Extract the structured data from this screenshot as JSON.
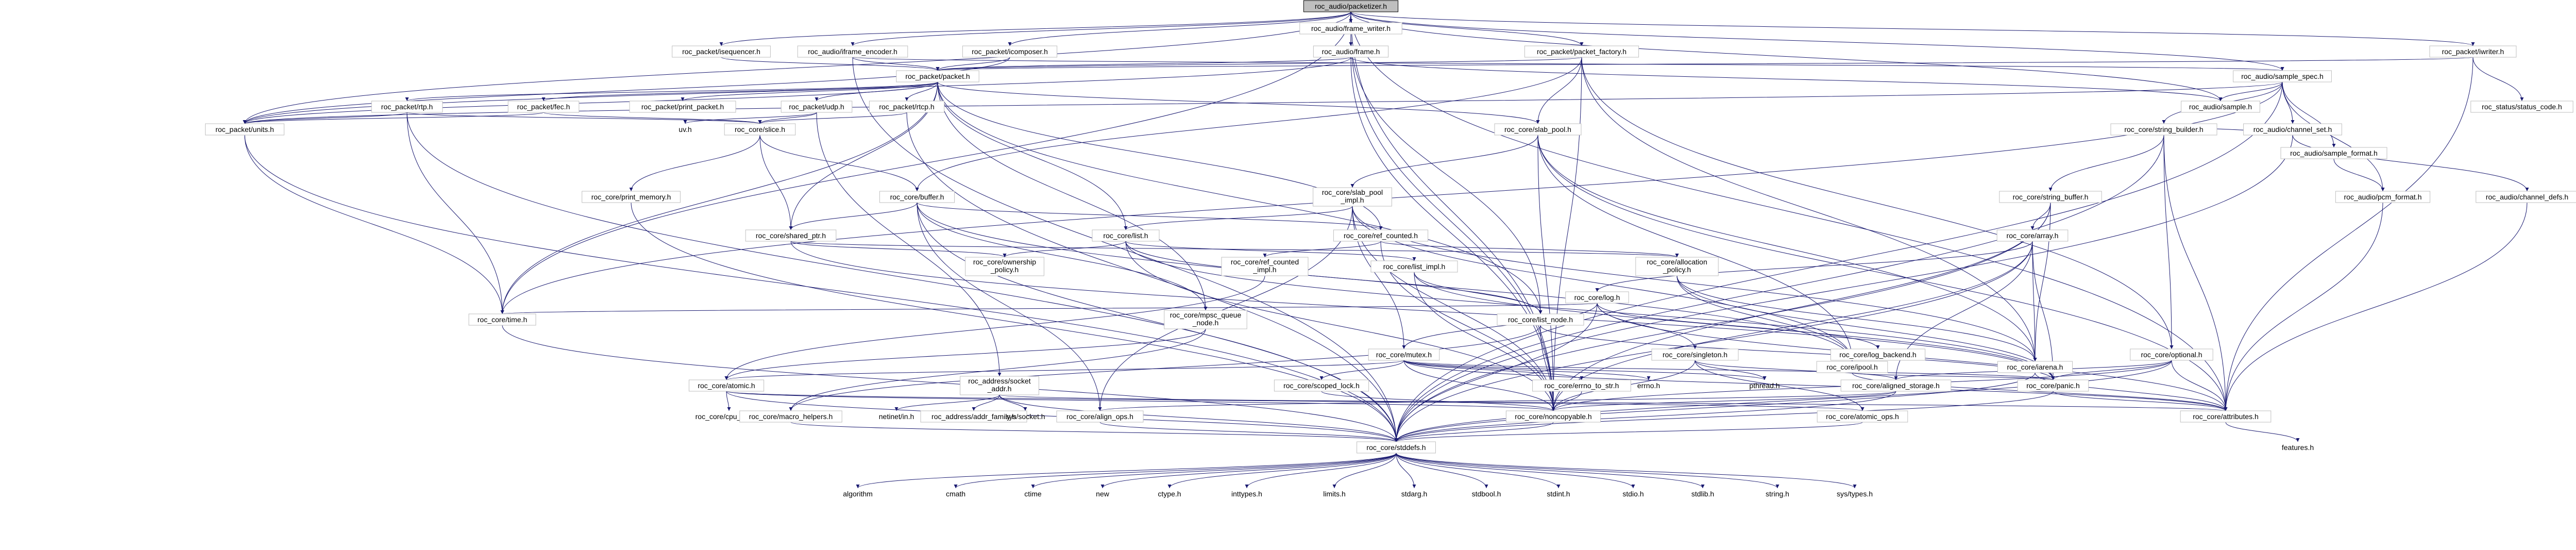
{
  "colors": {
    "edge": "#191970",
    "root_fill": "#bfbfbf",
    "node_border": "#bfbfbf",
    "background": "#ffffff"
  },
  "nodes": [
    {
      "id": "root",
      "label": "roc_audio/packetizer.h",
      "kind": "root"
    },
    {
      "id": "n_fwriter",
      "label": "roc_audio/frame_writer.h",
      "kind": "file"
    },
    {
      "id": "n_frame",
      "label": "roc_audio/frame.h",
      "kind": "file"
    },
    {
      "id": "n_pkt_seq",
      "label": "roc_packet/isequencer.h",
      "kind": "file"
    },
    {
      "id": "n_fenc",
      "label": "roc_audio/iframe_encoder.h",
      "kind": "file"
    },
    {
      "id": "n_icomp",
      "label": "roc_packet/icomposer.h",
      "kind": "file"
    },
    {
      "id": "n_pfactory",
      "label": "roc_packet/packet_factory.h",
      "kind": "file"
    },
    {
      "id": "n_iwriter",
      "label": "roc_packet/iwriter.h",
      "kind": "file"
    },
    {
      "id": "n_packet",
      "label": "roc_packet/packet.h",
      "kind": "file"
    },
    {
      "id": "n_sspec",
      "label": "roc_audio/sample_spec.h",
      "kind": "file"
    },
    {
      "id": "n_status",
      "label": "roc_status/status_code.h",
      "kind": "file"
    },
    {
      "id": "n_rtp",
      "label": "roc_packet/rtp.h",
      "kind": "file"
    },
    {
      "id": "n_fec",
      "label": "roc_packet/fec.h",
      "kind": "file"
    },
    {
      "id": "n_print",
      "label": "roc_packet/print_packet.h",
      "kind": "file"
    },
    {
      "id": "n_udp",
      "label": "roc_packet/udp.h",
      "kind": "file"
    },
    {
      "id": "n_rtcp",
      "label": "roc_packet/rtcp.h",
      "kind": "file"
    },
    {
      "id": "n_sample",
      "label": "roc_audio/sample.h",
      "kind": "file"
    },
    {
      "id": "n_chset",
      "label": "roc_audio/channel_set.h",
      "kind": "file"
    },
    {
      "id": "n_units",
      "label": "roc_packet/units.h",
      "kind": "file"
    },
    {
      "id": "n_slice",
      "label": "roc_core/slice.h",
      "kind": "file"
    },
    {
      "id": "n_uvh",
      "label": "uv.h",
      "kind": "external"
    },
    {
      "id": "n_slab",
      "label": "roc_core/slab_pool.h",
      "kind": "file"
    },
    {
      "id": "n_sbuild",
      "label": "roc_core/string_builder.h",
      "kind": "file"
    },
    {
      "id": "n_sfmt",
      "label": "roc_audio/sample_format.h",
      "kind": "file"
    },
    {
      "id": "n_pcm",
      "label": "roc_audio/pcm_format.h",
      "kind": "file"
    },
    {
      "id": "n_chdefs",
      "label": "roc_audio/channel_defs.h",
      "kind": "file"
    },
    {
      "id": "n_printmem",
      "label": "roc_core/print_memory.h",
      "kind": "file"
    },
    {
      "id": "n_buffer",
      "label": "roc_core/buffer.h",
      "kind": "file"
    },
    {
      "id": "n_slabimpl",
      "label": "roc_core/slab_pool\n_impl.h",
      "kind": "file"
    },
    {
      "id": "n_sbuf",
      "label": "roc_core/string_buffer.h",
      "kind": "file"
    },
    {
      "id": "n_list",
      "label": "roc_core/list.h",
      "kind": "file"
    },
    {
      "id": "n_refcnt",
      "label": "roc_core/ref_counted.h",
      "kind": "file"
    },
    {
      "id": "n_shptr",
      "label": "roc_core/shared_ptr.h",
      "kind": "file"
    },
    {
      "id": "n_array",
      "label": "roc_core/array.h",
      "kind": "file"
    },
    {
      "id": "n_owner",
      "label": "roc_core/ownership\n_policy.h",
      "kind": "file"
    },
    {
      "id": "n_refimpl",
      "label": "roc_core/ref_counted\n_impl.h",
      "kind": "file"
    },
    {
      "id": "n_listimpl",
      "label": "roc_core/list_impl.h",
      "kind": "file"
    },
    {
      "id": "n_alloc",
      "label": "roc_core/allocation\n_policy.h",
      "kind": "file"
    },
    {
      "id": "n_log",
      "label": "roc_core/log.h",
      "kind": "file"
    },
    {
      "id": "n_time",
      "label": "roc_core/time.h",
      "kind": "file"
    },
    {
      "id": "n_mpsc",
      "label": "roc_core/mpsc_queue\n_node.h",
      "kind": "file"
    },
    {
      "id": "n_listnode",
      "label": "roc_core/list_node.h",
      "kind": "file"
    },
    {
      "id": "n_mutex",
      "label": "roc_core/mutex.h",
      "kind": "file"
    },
    {
      "id": "n_singleton",
      "label": "roc_core/singleton.h",
      "kind": "file"
    },
    {
      "id": "n_logbe",
      "label": "roc_core/log_backend.h",
      "kind": "file"
    },
    {
      "id": "n_ipool",
      "label": "roc_core/ipool.h",
      "kind": "file"
    },
    {
      "id": "n_iarena",
      "label": "roc_core/iarena.h",
      "kind": "file"
    },
    {
      "id": "n_optional",
      "label": "roc_core/optional.h",
      "kind": "file"
    },
    {
      "id": "n_atomic",
      "label": "roc_core/atomic.h",
      "kind": "file"
    },
    {
      "id": "n_sock",
      "label": "roc_address/socket\n_addr.h",
      "kind": "file"
    },
    {
      "id": "n_scoped",
      "label": "roc_core/scoped_lock.h",
      "kind": "file"
    },
    {
      "id": "n_errstr",
      "label": "roc_core/errno_to_str.h",
      "kind": "file"
    },
    {
      "id": "n_errno",
      "label": "errno.h",
      "kind": "external"
    },
    {
      "id": "n_pthread",
      "label": "pthread.h",
      "kind": "external"
    },
    {
      "id": "n_aligned",
      "label": "roc_core/aligned_storage.h",
      "kind": "file"
    },
    {
      "id": "n_panic",
      "label": "roc_core/panic.h",
      "kind": "file"
    },
    {
      "id": "n_cputr",
      "label": "roc_core/cpu_traits.h",
      "kind": "external"
    },
    {
      "id": "n_addrfam",
      "label": "roc_address/addr_family.h",
      "kind": "file"
    },
    {
      "id": "n_netinet",
      "label": "netinet/in.h",
      "kind": "external"
    },
    {
      "id": "n_syssock",
      "label": "sys/socket.h",
      "kind": "external"
    },
    {
      "id": "n_macro",
      "label": "roc_core/macro_helpers.h",
      "kind": "file"
    },
    {
      "id": "n_align",
      "label": "roc_core/align_ops.h",
      "kind": "file"
    },
    {
      "id": "n_noncopy",
      "label": "roc_core/noncopyable.h",
      "kind": "file"
    },
    {
      "id": "n_atomops",
      "label": "roc_core/atomic_ops.h",
      "kind": "file"
    },
    {
      "id": "n_attr",
      "label": "roc_core/attributes.h",
      "kind": "file"
    },
    {
      "id": "n_stddef",
      "label": "roc_core/stddefs.h",
      "kind": "file"
    },
    {
      "id": "n_feat",
      "label": "features.h",
      "kind": "external"
    },
    {
      "id": "n_algo",
      "label": "algorithm",
      "kind": "external"
    },
    {
      "id": "n_cmath",
      "label": "cmath",
      "kind": "external"
    },
    {
      "id": "n_ctime",
      "label": "ctime",
      "kind": "external"
    },
    {
      "id": "n_new",
      "label": "new",
      "kind": "external"
    },
    {
      "id": "n_ctype",
      "label": "ctype.h",
      "kind": "external"
    },
    {
      "id": "n_inttypes",
      "label": "inttypes.h",
      "kind": "external"
    },
    {
      "id": "n_limits",
      "label": "limits.h",
      "kind": "external"
    },
    {
      "id": "n_stdarg",
      "label": "stdarg.h",
      "kind": "external"
    },
    {
      "id": "n_stdbool",
      "label": "stdbool.h",
      "kind": "external"
    },
    {
      "id": "n_stdint",
      "label": "stdint.h",
      "kind": "external"
    },
    {
      "id": "n_stdio",
      "label": "stdio.h",
      "kind": "external"
    },
    {
      "id": "n_stdlib",
      "label": "stdlib.h",
      "kind": "external"
    },
    {
      "id": "n_string",
      "label": "string.h",
      "kind": "external"
    },
    {
      "id": "n_systypes",
      "label": "sys/types.h",
      "kind": "external"
    }
  ],
  "edges": [
    [
      "root",
      "n_fwriter"
    ],
    [
      "root",
      "n_frame"
    ],
    [
      "root",
      "n_pkt_seq"
    ],
    [
      "root",
      "n_fenc"
    ],
    [
      "root",
      "n_icomp"
    ],
    [
      "root",
      "n_pfactory"
    ],
    [
      "root",
      "n_iwriter"
    ],
    [
      "root",
      "n_sspec"
    ],
    [
      "root",
      "n_units"
    ],
    [
      "root",
      "n_sample"
    ],
    [
      "root",
      "n_time"
    ],
    [
      "root",
      "n_attr"
    ],
    [
      "root",
      "n_noncopy"
    ],
    [
      "n_fwriter",
      "n_frame"
    ],
    [
      "n_fwriter",
      "n_listnode"
    ],
    [
      "n_fwriter",
      "n_noncopy"
    ],
    [
      "n_frame",
      "n_packet"
    ],
    [
      "n_frame",
      "n_sample"
    ],
    [
      "n_frame",
      "n_units"
    ],
    [
      "n_frame",
      "n_noncopy"
    ],
    [
      "n_pkt_seq",
      "n_packet"
    ],
    [
      "n_fenc",
      "n_packet"
    ],
    [
      "n_fenc",
      "n_sspec"
    ],
    [
      "n_fenc",
      "n_stddef"
    ],
    [
      "n_icomp",
      "n_packet"
    ],
    [
      "n_icomp",
      "n_units"
    ],
    [
      "n_pfactory",
      "n_packet"
    ],
    [
      "n_pfactory",
      "n_slab"
    ],
    [
      "n_pfactory",
      "n_buffer"
    ],
    [
      "n_pfactory",
      "n_iarena"
    ],
    [
      "n_pfactory",
      "n_optional"
    ],
    [
      "n_pfactory",
      "n_noncopy"
    ],
    [
      "n_iwriter",
      "n_packet"
    ],
    [
      "n_iwriter",
      "n_status"
    ],
    [
      "n_iwriter",
      "n_attr"
    ],
    [
      "n_packet",
      "n_rtp"
    ],
    [
      "n_packet",
      "n_fec"
    ],
    [
      "n_packet",
      "n_print"
    ],
    [
      "n_packet",
      "n_udp"
    ],
    [
      "n_packet",
      "n_rtcp"
    ],
    [
      "n_packet",
      "n_units"
    ],
    [
      "n_packet",
      "n_list"
    ],
    [
      "n_packet",
      "n_listnode"
    ],
    [
      "n_packet",
      "n_refcnt"
    ],
    [
      "n_packet",
      "n_shptr"
    ],
    [
      "n_packet",
      "n_mpsc"
    ],
    [
      "n_packet",
      "n_slab"
    ],
    [
      "n_packet",
      "n_time"
    ],
    [
      "n_sspec",
      "n_sample"
    ],
    [
      "n_sspec",
      "n_chset"
    ],
    [
      "n_sspec",
      "n_sfmt"
    ],
    [
      "n_sspec",
      "n_pcm"
    ],
    [
      "n_sspec",
      "n_sbuild"
    ],
    [
      "n_sspec",
      "n_units"
    ],
    [
      "n_sspec",
      "n_time"
    ],
    [
      "n_sspec",
      "n_stddef"
    ],
    [
      "n_rtp",
      "n_units"
    ],
    [
      "n_rtp",
      "n_slice"
    ],
    [
      "n_rtp",
      "n_time"
    ],
    [
      "n_rtp",
      "n_stddef"
    ],
    [
      "n_fec",
      "n_units"
    ],
    [
      "n_fec",
      "n_slice"
    ],
    [
      "n_udp",
      "n_slice"
    ],
    [
      "n_udp",
      "n_sock"
    ],
    [
      "n_udp",
      "n_uvh"
    ],
    [
      "n_rtcp",
      "n_slice"
    ],
    [
      "n_rtcp",
      "n_stddef"
    ],
    [
      "n_chset",
      "n_chdefs"
    ],
    [
      "n_chset",
      "n_sbuild"
    ],
    [
      "n_chset",
      "n_stddef"
    ],
    [
      "n_units",
      "n_time"
    ],
    [
      "n_units",
      "n_stddef"
    ],
    [
      "n_slice",
      "n_buffer"
    ],
    [
      "n_slice",
      "n_printmem"
    ],
    [
      "n_slice",
      "n_shptr"
    ],
    [
      "n_slab",
      "n_slabimpl"
    ],
    [
      "n_slab",
      "n_ipool"
    ],
    [
      "n_slab",
      "n_iarena"
    ],
    [
      "n_slab",
      "n_attr"
    ],
    [
      "n_slab",
      "n_noncopy"
    ],
    [
      "n_sbuild",
      "n_sbuf"
    ],
    [
      "n_sbuild",
      "n_optional"
    ],
    [
      "n_sbuild",
      "n_attr"
    ],
    [
      "n_sbuild",
      "n_stddef"
    ],
    [
      "n_sfmt",
      "n_pcm"
    ],
    [
      "n_chdefs",
      "n_attr"
    ],
    [
      "n_pcm",
      "n_attr"
    ],
    [
      "n_printmem",
      "n_stddef"
    ],
    [
      "n_buffer",
      "n_refcnt"
    ],
    [
      "n_buffer",
      "n_shptr"
    ],
    [
      "n_buffer",
      "n_mpsc"
    ],
    [
      "n_buffer",
      "n_ipool"
    ],
    [
      "n_buffer",
      "n_align"
    ],
    [
      "n_buffer",
      "n_stddef"
    ],
    [
      "n_slabimpl",
      "n_list"
    ],
    [
      "n_slabimpl",
      "n_mutex"
    ],
    [
      "n_slabimpl",
      "n_ipool"
    ],
    [
      "n_slabimpl",
      "n_iarena"
    ],
    [
      "n_slabimpl",
      "n_noncopy"
    ],
    [
      "n_slabimpl",
      "n_align"
    ],
    [
      "n_sbuf",
      "n_array"
    ],
    [
      "n_sbuf",
      "n_iarena"
    ],
    [
      "n_sbuf",
      "n_noncopy"
    ],
    [
      "n_sbuf",
      "n_stddef"
    ],
    [
      "n_list",
      "n_owner"
    ],
    [
      "n_list",
      "n_listimpl"
    ],
    [
      "n_list",
      "n_listnode"
    ],
    [
      "n_list",
      "n_noncopy"
    ],
    [
      "n_list",
      "n_panic"
    ],
    [
      "n_refcnt",
      "n_refimpl"
    ],
    [
      "n_refcnt",
      "n_alloc"
    ],
    [
      "n_refcnt",
      "n_noncopy"
    ],
    [
      "n_shptr",
      "n_owner"
    ],
    [
      "n_shptr",
      "n_alloc"
    ],
    [
      "n_shptr",
      "n_panic"
    ],
    [
      "n_array",
      "n_log"
    ],
    [
      "n_array",
      "n_iarena"
    ],
    [
      "n_array",
      "n_aligned"
    ],
    [
      "n_array",
      "n_noncopy"
    ],
    [
      "n_array",
      "n_panic"
    ],
    [
      "n_array",
      "n_stddef"
    ],
    [
      "n_refimpl",
      "n_atomic"
    ],
    [
      "n_listimpl",
      "n_listnode"
    ],
    [
      "n_listimpl",
      "n_noncopy"
    ],
    [
      "n_listimpl",
      "n_panic"
    ],
    [
      "n_alloc",
      "n_iarena"
    ],
    [
      "n_alloc",
      "n_ipool"
    ],
    [
      "n_alloc",
      "n_panic"
    ],
    [
      "n_log",
      "n_mutex"
    ],
    [
      "n_log",
      "n_singleton"
    ],
    [
      "n_log",
      "n_logbe"
    ],
    [
      "n_log",
      "n_time"
    ],
    [
      "n_log",
      "n_attr"
    ],
    [
      "n_log",
      "n_stddef"
    ],
    [
      "n_mpsc",
      "n_atomic"
    ],
    [
      "n_mpsc",
      "n_macro"
    ],
    [
      "n_listnode",
      "n_macro"
    ],
    [
      "n_listnode",
      "n_noncopy"
    ],
    [
      "n_listnode",
      "n_panic"
    ],
    [
      "n_mutex",
      "n_scoped"
    ],
    [
      "n_mutex",
      "n_errstr"
    ],
    [
      "n_mutex",
      "n_atomic"
    ],
    [
      "n_mutex",
      "n_errno"
    ],
    [
      "n_mutex",
      "n_pthread"
    ],
    [
      "n_mutex",
      "n_panic"
    ],
    [
      "n_mutex",
      "n_noncopy"
    ],
    [
      "n_mutex",
      "n_attr"
    ],
    [
      "n_singleton",
      "n_aligned"
    ],
    [
      "n_singleton",
      "n_atomops"
    ],
    [
      "n_singleton",
      "n_noncopy"
    ],
    [
      "n_singleton",
      "n_pthread"
    ],
    [
      "n_ipool",
      "n_panic"
    ],
    [
      "n_ipool",
      "n_attr"
    ],
    [
      "n_iarena",
      "n_attr"
    ],
    [
      "n_iarena",
      "n_stddef"
    ],
    [
      "n_optional",
      "n_aligned"
    ],
    [
      "n_optional",
      "n_panic"
    ],
    [
      "n_optional",
      "n_noncopy"
    ],
    [
      "n_optional",
      "n_attr"
    ],
    [
      "n_optional",
      "n_stddef"
    ],
    [
      "n_atomic",
      "n_atomops"
    ],
    [
      "n_atomic",
      "n_cputr"
    ],
    [
      "n_atomic",
      "n_noncopy"
    ],
    [
      "n_atomic",
      "n_stddef"
    ],
    [
      "n_sock",
      "n_addrfam"
    ],
    [
      "n_sock",
      "n_netinet"
    ],
    [
      "n_sock",
      "n_syssock"
    ],
    [
      "n_sock",
      "n_attr"
    ],
    [
      "n_sock",
      "n_stddef"
    ],
    [
      "n_scoped",
      "n_noncopy"
    ],
    [
      "n_errstr",
      "n_noncopy"
    ],
    [
      "n_aligned",
      "n_align"
    ],
    [
      "n_aligned",
      "n_noncopy"
    ],
    [
      "n_aligned",
      "n_stddef"
    ],
    [
      "n_panic",
      "n_attr"
    ],
    [
      "n_panic",
      "n_stddef"
    ],
    [
      "n_macro",
      "n_stddef"
    ],
    [
      "n_align",
      "n_stddef"
    ],
    [
      "n_noncopy",
      "n_stddef"
    ],
    [
      "n_atomops",
      "n_stddef"
    ],
    [
      "n_attr",
      "n_feat"
    ],
    [
      "n_time",
      "n_stddef"
    ],
    [
      "n_stddef",
      "n_algo"
    ],
    [
      "n_stddef",
      "n_cmath"
    ],
    [
      "n_stddef",
      "n_ctime"
    ],
    [
      "n_stddef",
      "n_new"
    ],
    [
      "n_stddef",
      "n_ctype"
    ],
    [
      "n_stddef",
      "n_inttypes"
    ],
    [
      "n_stddef",
      "n_limits"
    ],
    [
      "n_stddef",
      "n_stdarg"
    ],
    [
      "n_stddef",
      "n_stdbool"
    ],
    [
      "n_stddef",
      "n_stdint"
    ],
    [
      "n_stddef",
      "n_stdio"
    ],
    [
      "n_stddef",
      "n_stdlib"
    ],
    [
      "n_stddef",
      "n_string"
    ],
    [
      "n_stddef",
      "n_systypes"
    ]
  ]
}
